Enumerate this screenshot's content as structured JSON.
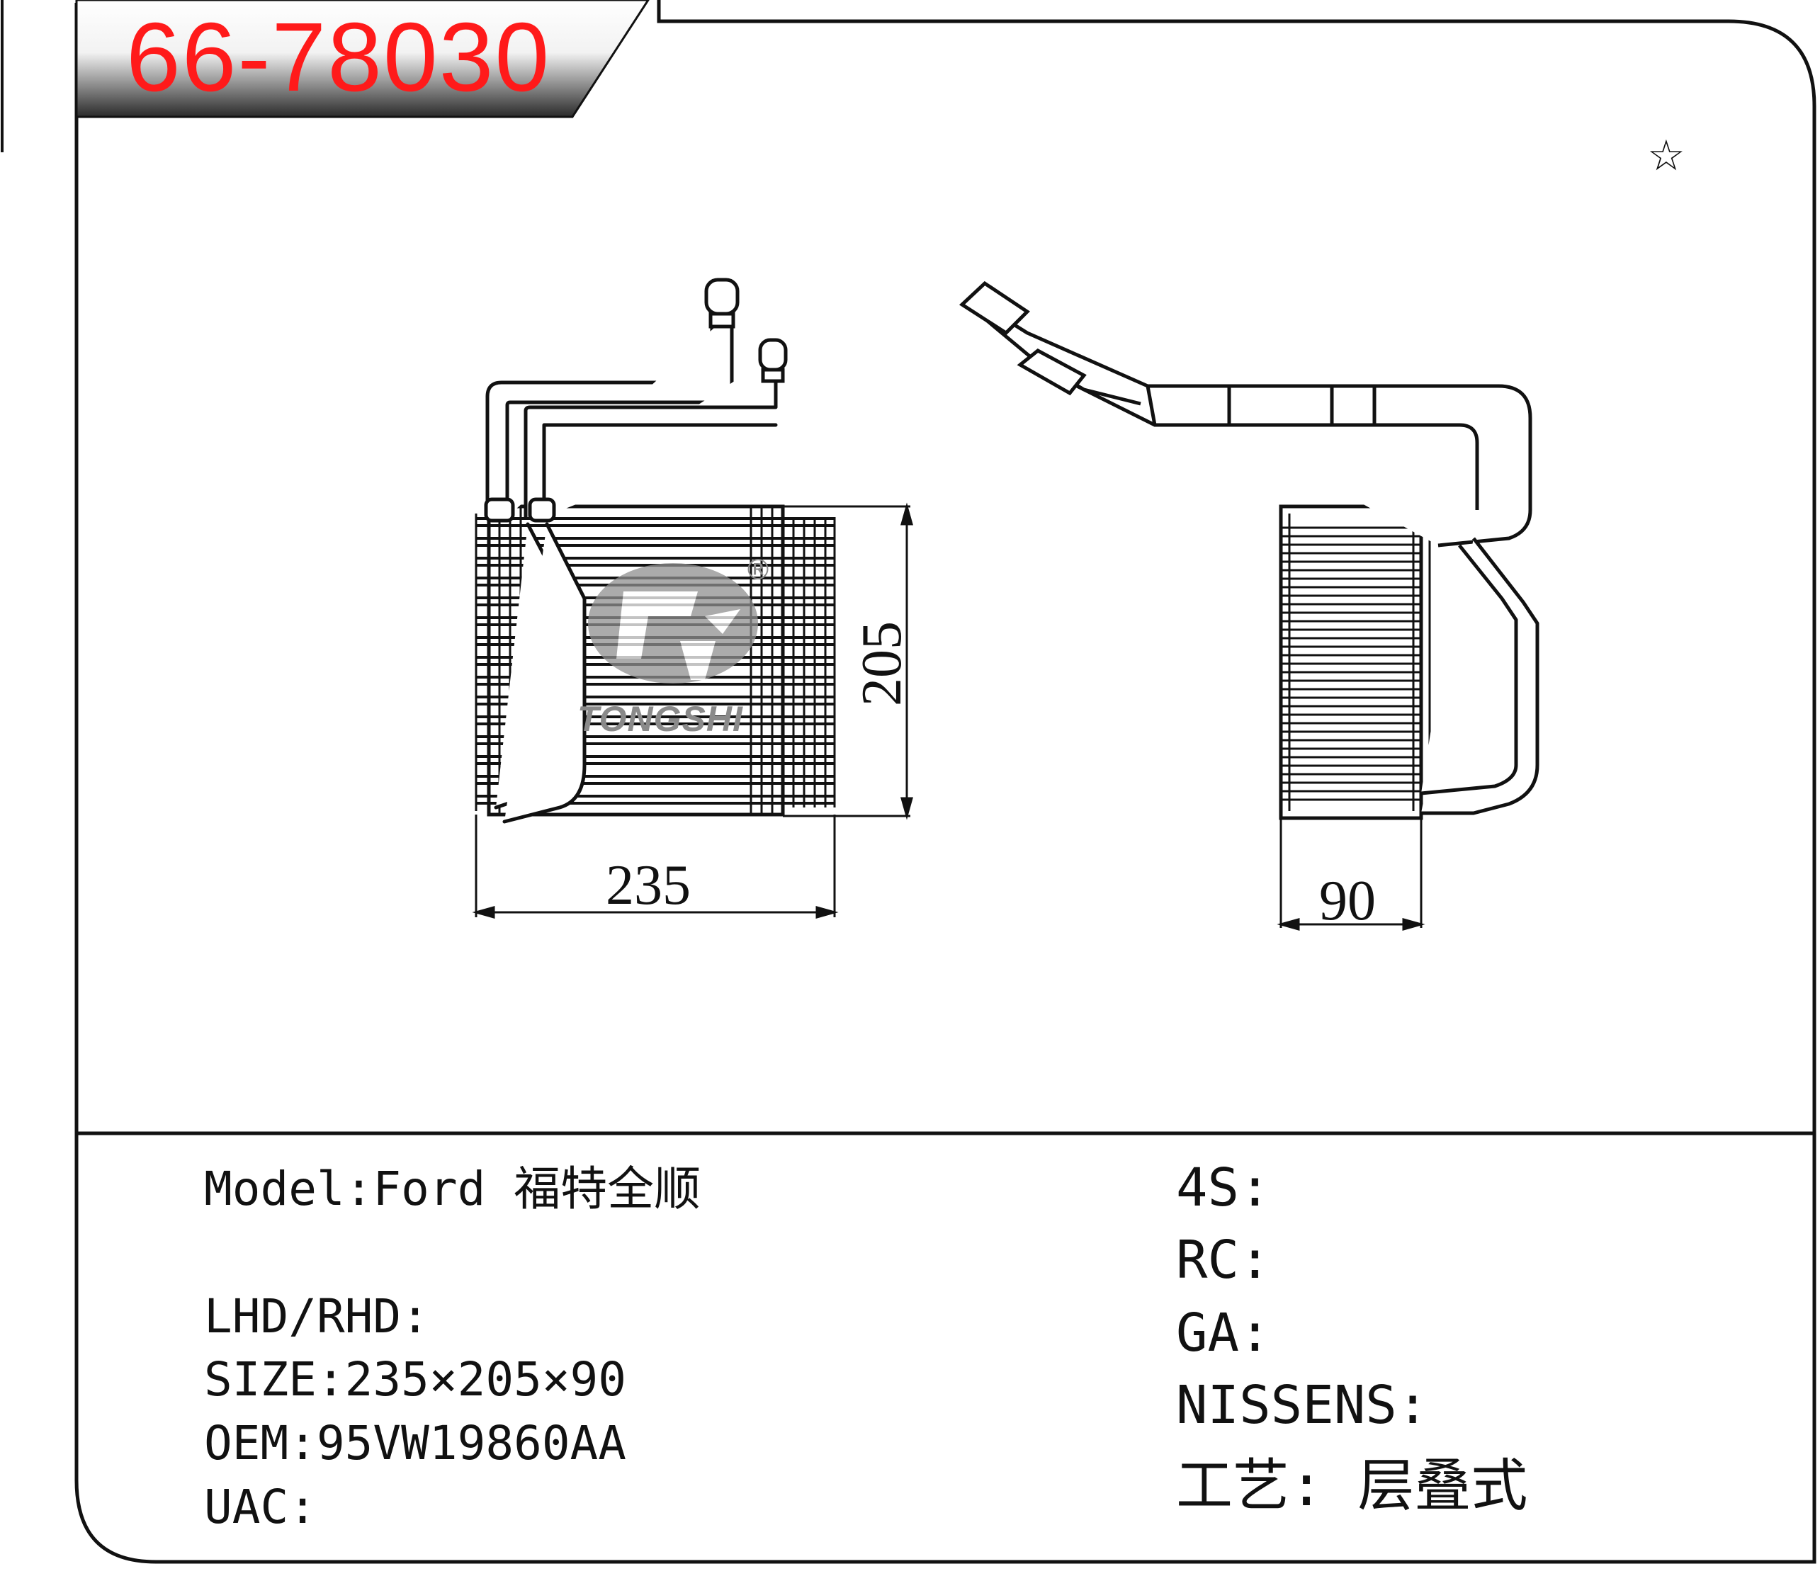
{
  "part_number": "66-78030",
  "marker_icon": "star-outline-icon",
  "logo": {
    "wordmark": "TONGSHI",
    "registered": "®"
  },
  "dimensions": {
    "width": "235",
    "height": "205",
    "depth": "90"
  },
  "specs_left": {
    "model": "Model:Ford 福特全顺",
    "lhd_rhd": "LHD/RHD:",
    "size": "SIZE:235×205×90",
    "oem": "OEM:95VW19860AA",
    "uac": "UAC:"
  },
  "specs_right": {
    "s4": "4S:",
    "rc": "RC:",
    "ga": "GA:",
    "nissens": "NISSENS:",
    "craft": "工艺: 层叠式"
  }
}
